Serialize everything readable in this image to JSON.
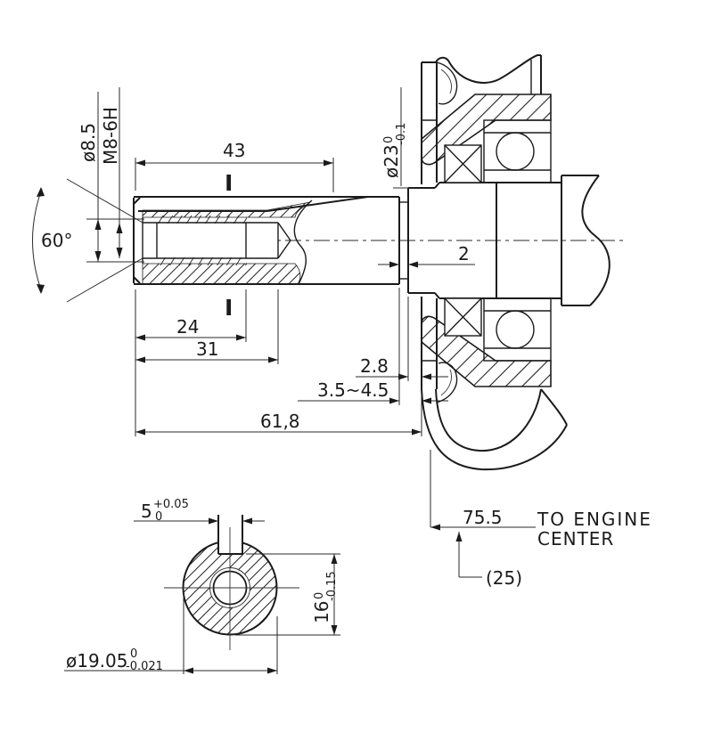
{
  "drawing_title": "shaft-dimension-drawing",
  "colors": {
    "line": "#1b1b1b",
    "background": "#ffffff"
  },
  "main_view": {
    "dims": {
      "length_43": "43",
      "thread_length_24": "24",
      "drill_depth_31": "31",
      "total_length_61_8": "61,8",
      "groove_width_2": "2",
      "collar_width_2_8": "2.8",
      "seal_range_3_5_4_5": "3.5~4.5",
      "chamfer_angle_60": "60°",
      "drill_dia_8_5": "ø8.5",
      "thread_spec": "M8-6H",
      "collar_dia_23": {
        "main": "ø23",
        "sup": "0",
        "sub": "-0.1"
      },
      "section_mark_top": "I",
      "section_mark_bottom": "I"
    },
    "notes": {
      "engine_center_value": "75.5",
      "engine_center_label_line1": "TO ENGINE",
      "engine_center_label_line2": "CENTER",
      "ref_25": "(25)"
    }
  },
  "section_view": {
    "dims": {
      "key_width_5": {
        "main": "5",
        "sup": "+0.05",
        "sub": "0"
      },
      "key_height_16": {
        "main": "16",
        "sup": "0",
        "sub": "-0.15"
      },
      "shaft_dia_19_05": {
        "main": "ø19.05",
        "sup": "0",
        "sub": "-0.021"
      }
    }
  }
}
